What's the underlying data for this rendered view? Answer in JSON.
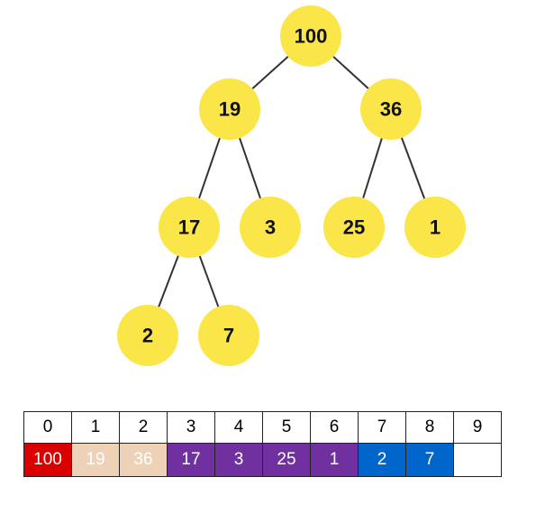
{
  "colors": {
    "node_fill": "#FBE64A",
    "edge": "#333333",
    "root": "#D90000",
    "level1": "#EED2B7",
    "level2": "#7030A0",
    "level3": "#0066CC",
    "empty": "#FFFFFF"
  },
  "tree": {
    "nodes": [
      {
        "id": 0,
        "label": "100"
      },
      {
        "id": 1,
        "label": "19"
      },
      {
        "id": 2,
        "label": "36"
      },
      {
        "id": 3,
        "label": "17"
      },
      {
        "id": 4,
        "label": "3"
      },
      {
        "id": 5,
        "label": "25"
      },
      {
        "id": 6,
        "label": "1"
      },
      {
        "id": 7,
        "label": "2"
      },
      {
        "id": 8,
        "label": "7"
      }
    ],
    "edges": [
      [
        0,
        1
      ],
      [
        0,
        2
      ],
      [
        1,
        3
      ],
      [
        1,
        4
      ],
      [
        2,
        5
      ],
      [
        2,
        6
      ],
      [
        3,
        7
      ],
      [
        3,
        8
      ]
    ]
  },
  "array": {
    "indices": [
      "0",
      "1",
      "2",
      "3",
      "4",
      "5",
      "6",
      "7",
      "8",
      "9"
    ],
    "values": [
      {
        "value": "100",
        "group": "root"
      },
      {
        "value": "19",
        "group": "level1"
      },
      {
        "value": "36",
        "group": "level1"
      },
      {
        "value": "17",
        "group": "level2"
      },
      {
        "value": "3",
        "group": "level2"
      },
      {
        "value": "25",
        "group": "level2"
      },
      {
        "value": "1",
        "group": "level2"
      },
      {
        "value": "2",
        "group": "level3"
      },
      {
        "value": "7",
        "group": "level3"
      },
      {
        "value": "",
        "group": "empty"
      }
    ]
  }
}
